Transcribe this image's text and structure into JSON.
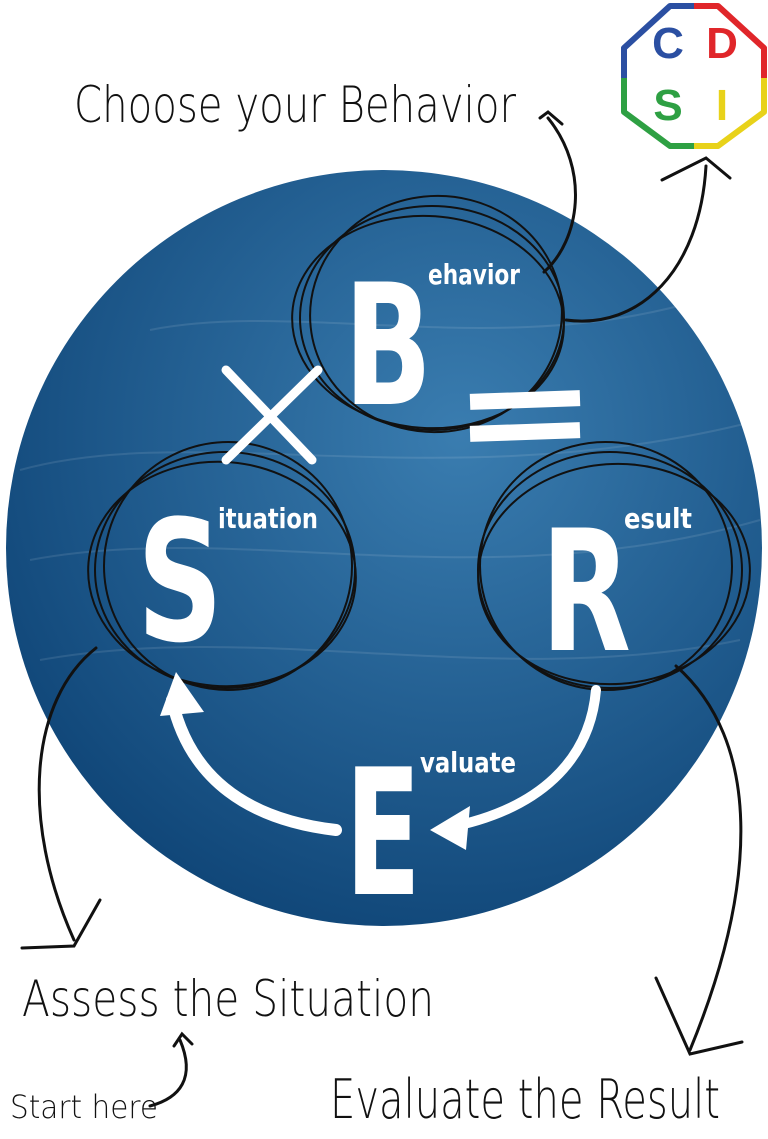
{
  "title_choose": "Choose your Behavior",
  "label_assess": "Assess the Situation",
  "label_start": "Start here",
  "label_evaluate_result": "Evaluate the Result",
  "formula": {
    "b": {
      "letter": "B",
      "word": "ehavior"
    },
    "s": {
      "letter": "S",
      "word": "ituation"
    },
    "r": {
      "letter": "R",
      "word": "esult"
    },
    "e": {
      "letter": "E",
      "word": "valuate"
    }
  },
  "logo": {
    "c": {
      "letter": "C",
      "color": "#2b4fa2"
    },
    "d": {
      "letter": "D",
      "color": "#e0262a"
    },
    "s": {
      "letter": "S",
      "color": "#2ea043"
    },
    "i": {
      "letter": "I",
      "color": "#e8d21a"
    }
  },
  "colors": {
    "circle_light": "#2f6fa0",
    "circle_dark": "#0f4577",
    "ink": "#111111",
    "white": "#ffffff"
  }
}
